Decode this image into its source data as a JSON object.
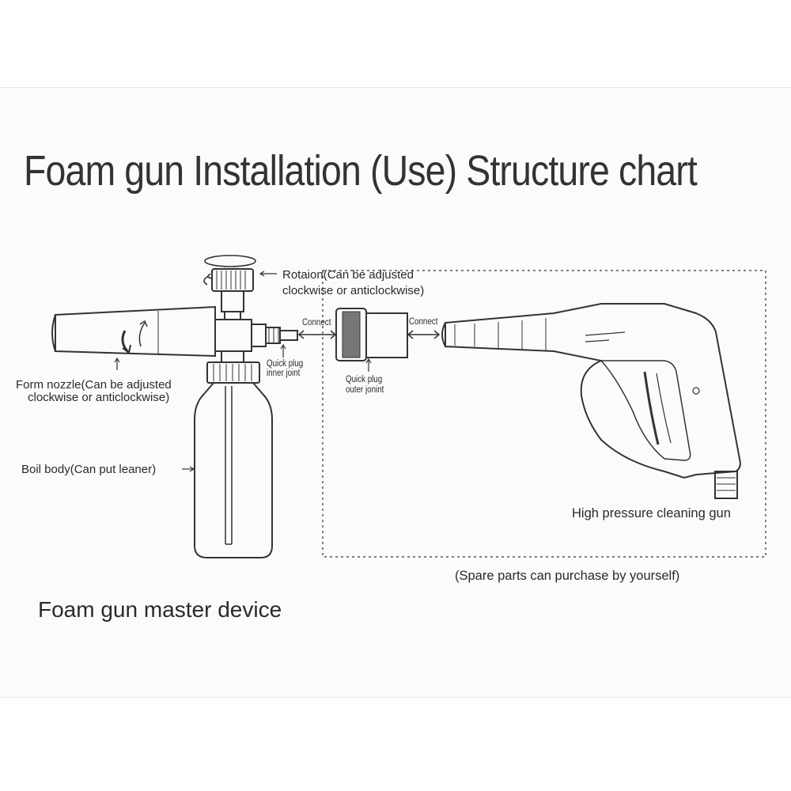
{
  "title": "Foam gun Installation (Use) Structure chart",
  "labels": {
    "rotation": "Rotaion(Can be adjusted",
    "rotation_2": "clockwise or anticlockwise)",
    "connect_1": "Connect",
    "connect_2": "Connect",
    "form_nozzle": "Form nozzle(Can be adjusted",
    "form_nozzle_2": "clockwise or anticlockwise)",
    "quick_plug_inner": "Quick plug",
    "quick_plug_inner_2": "inner joint",
    "quick_plug_outer": "Quick plug",
    "quick_plug_outer_2": "outer jonint",
    "boil_body": "Boil body(Can put leaner)",
    "high_pressure_gun": "High pressure cleaning gun",
    "spare_parts": "(Spare parts can purchase by yourself)",
    "master_device": "Foam gun master device"
  },
  "colors": {
    "ink": "#333333",
    "paper": "#fbfbfb"
  }
}
